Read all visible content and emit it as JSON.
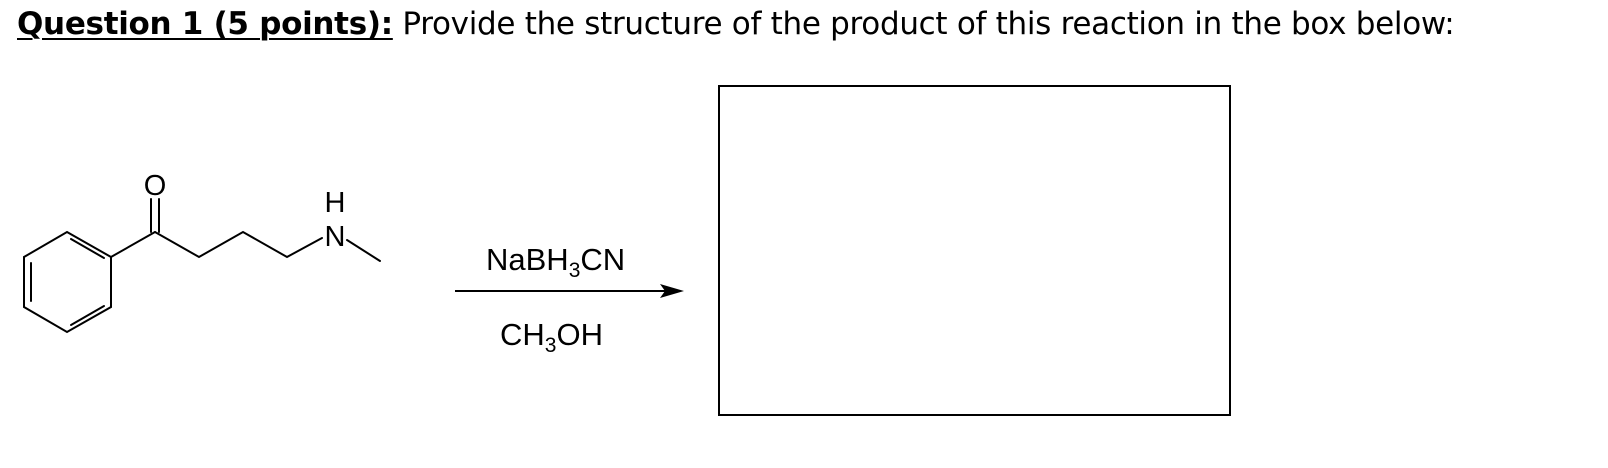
{
  "question": {
    "label": "Question 1 (5 points):",
    "text": " Provide the structure of the product of this reaction in the box below:"
  },
  "reactant": {
    "atom_o": "O",
    "atom_n": "N",
    "atom_h": "H"
  },
  "reagents": {
    "top": {
      "prefix": "NaBH",
      "subscript": "3",
      "suffix": "CN"
    },
    "bottom": {
      "prefix": "CH",
      "subscript": "3",
      "suffix": "OH"
    }
  }
}
